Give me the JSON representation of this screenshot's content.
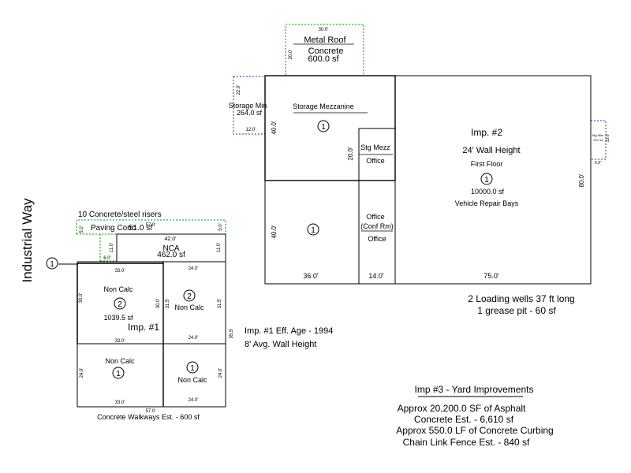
{
  "road": {
    "label": "Industrial Way"
  },
  "imp1": {
    "label": "Imp. #1",
    "eff_age": "Imp. #1 Eff. Age - 1994",
    "wall_height": "8' Avg. Wall Height",
    "risers_note": "10 Concrete/steel risers",
    "paving_label": "Paving Conc",
    "paving_area": "51.0 sf",
    "nca_label": "NCA",
    "nca_area": "462.0 sf",
    "non_calc": "Non Calc",
    "area_a": "1039.5 sf",
    "walkways": "Concrete Walkways Est. - 600 sf",
    "dims": {
      "d_57_top": "57.0'",
      "d_5_left": "5.0'",
      "d_5_right": "5.0'",
      "d_42": "42.0'",
      "d_11_left": "11.0'",
      "d_11_right": "11.0'",
      "d_6": "6.0'",
      "d_33_a": "33.0'",
      "d_24_a": "24.0'",
      "d_30_left": "30.0'",
      "d_30_mid": "30.0'",
      "d_31_5_a": "31.5'",
      "d_31_5_b": "31.5'",
      "d_33_b": "33.0'",
      "d_24_b": "24.0'",
      "d_95_5": "95.5'",
      "d_24_left": "24.0'",
      "d_24_right": "24.0'",
      "d_33_c": "33.0'",
      "d_24_c": "24.0'",
      "d_57_bottom": "57.0'"
    },
    "circles": {
      "c1": "1",
      "c2": "2",
      "c3": "2",
      "c4": "1",
      "c5": "1"
    }
  },
  "imp2": {
    "label": "Imp. #2",
    "wall_height": "24' Wall Height",
    "floor": "First Floor",
    "area": "10000.0 sf",
    "use": "Vehicle Repair Bays",
    "storage_mezz": "Storage Mezzanine",
    "stg_mezz": "Stg Mezz",
    "office": "Office",
    "office_conf_1": "Office",
    "office_conf_2": "(Conf Rm)",
    "office_bottom": "Office",
    "metal_roof": "Metal Roof",
    "concrete": "Concrete",
    "roof_area": "600.0 sf",
    "storage_min": "Storage Min",
    "storage_min_area": "264.0 sf",
    "tiny_right_1": "Stg Mini",
    "tiny_right_2": "78.0 sf",
    "notes_1": "2 Loading wells 37 ft long",
    "notes_2": "1 grease pit - 60 sf",
    "dims": {
      "d_30_roof": "30.0'",
      "d_20_roof": "20.0'",
      "d_22": "22.0'",
      "d_12": "12.0'",
      "d_40_upper": "40.0'",
      "d_20_mid": "20.0'",
      "d_80": "80.0'",
      "d_40_lower": "40.0'",
      "d_36": "36.0'",
      "d_14": "14.0'",
      "d_75": "75.0'",
      "d_13": "13.0'",
      "d_6": "6.0'"
    },
    "circles": {
      "c1": "1",
      "c2": "1",
      "c3": "1"
    }
  },
  "imp3": {
    "title": "Imp #3 - Yard Improvements",
    "line1": "Approx 20,200.0 SF of Asphalt",
    "line2": "Concrete Est. - 6,610 sf",
    "line3": "Approx 550.0 LF of Concrete Curbing",
    "line4": "Chain Link Fence Est. - 840 sf"
  },
  "colors": {
    "line": "#000000",
    "dashed": "#009900",
    "dashed_blue": "#3333aa"
  }
}
